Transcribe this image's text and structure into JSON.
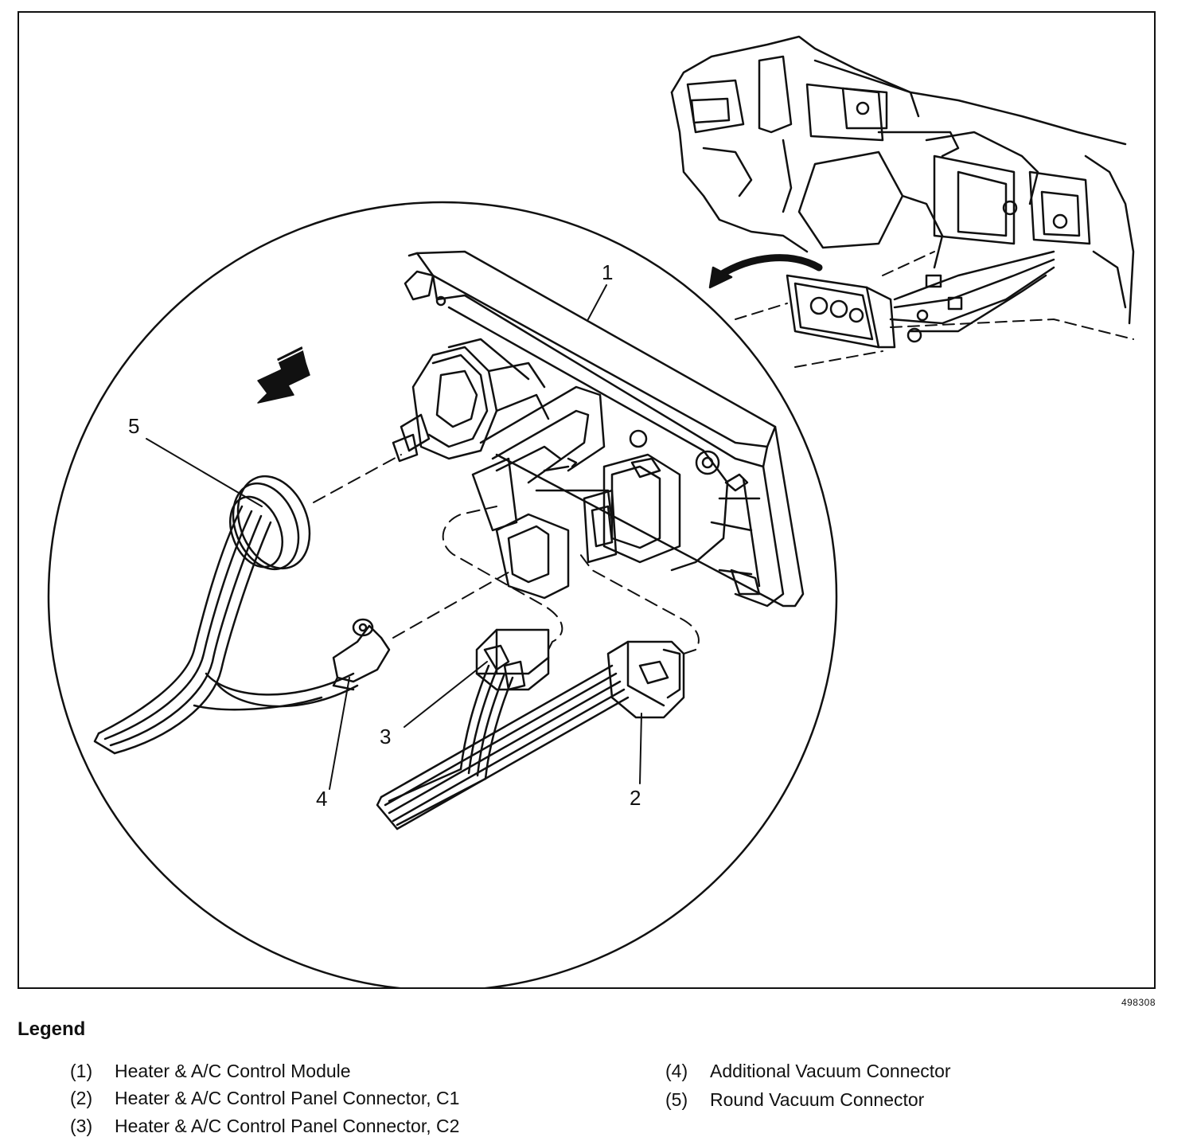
{
  "figure_id": "498308",
  "callouts": [
    "1",
    "2",
    "3",
    "4",
    "5"
  ],
  "legend": {
    "title": "Legend",
    "items": [
      {
        "num": "(1)",
        "text": "Heater & A/C Control Module"
      },
      {
        "num": "(2)",
        "text": "Heater & A/C Control Panel Connector, C1"
      },
      {
        "num": "(3)",
        "text": "Heater & A/C Control Panel Connector, C2"
      },
      {
        "num": "(4)",
        "text": "Additional Vacuum Connector"
      },
      {
        "num": "(5)",
        "text": "Round Vacuum Connector"
      }
    ]
  }
}
